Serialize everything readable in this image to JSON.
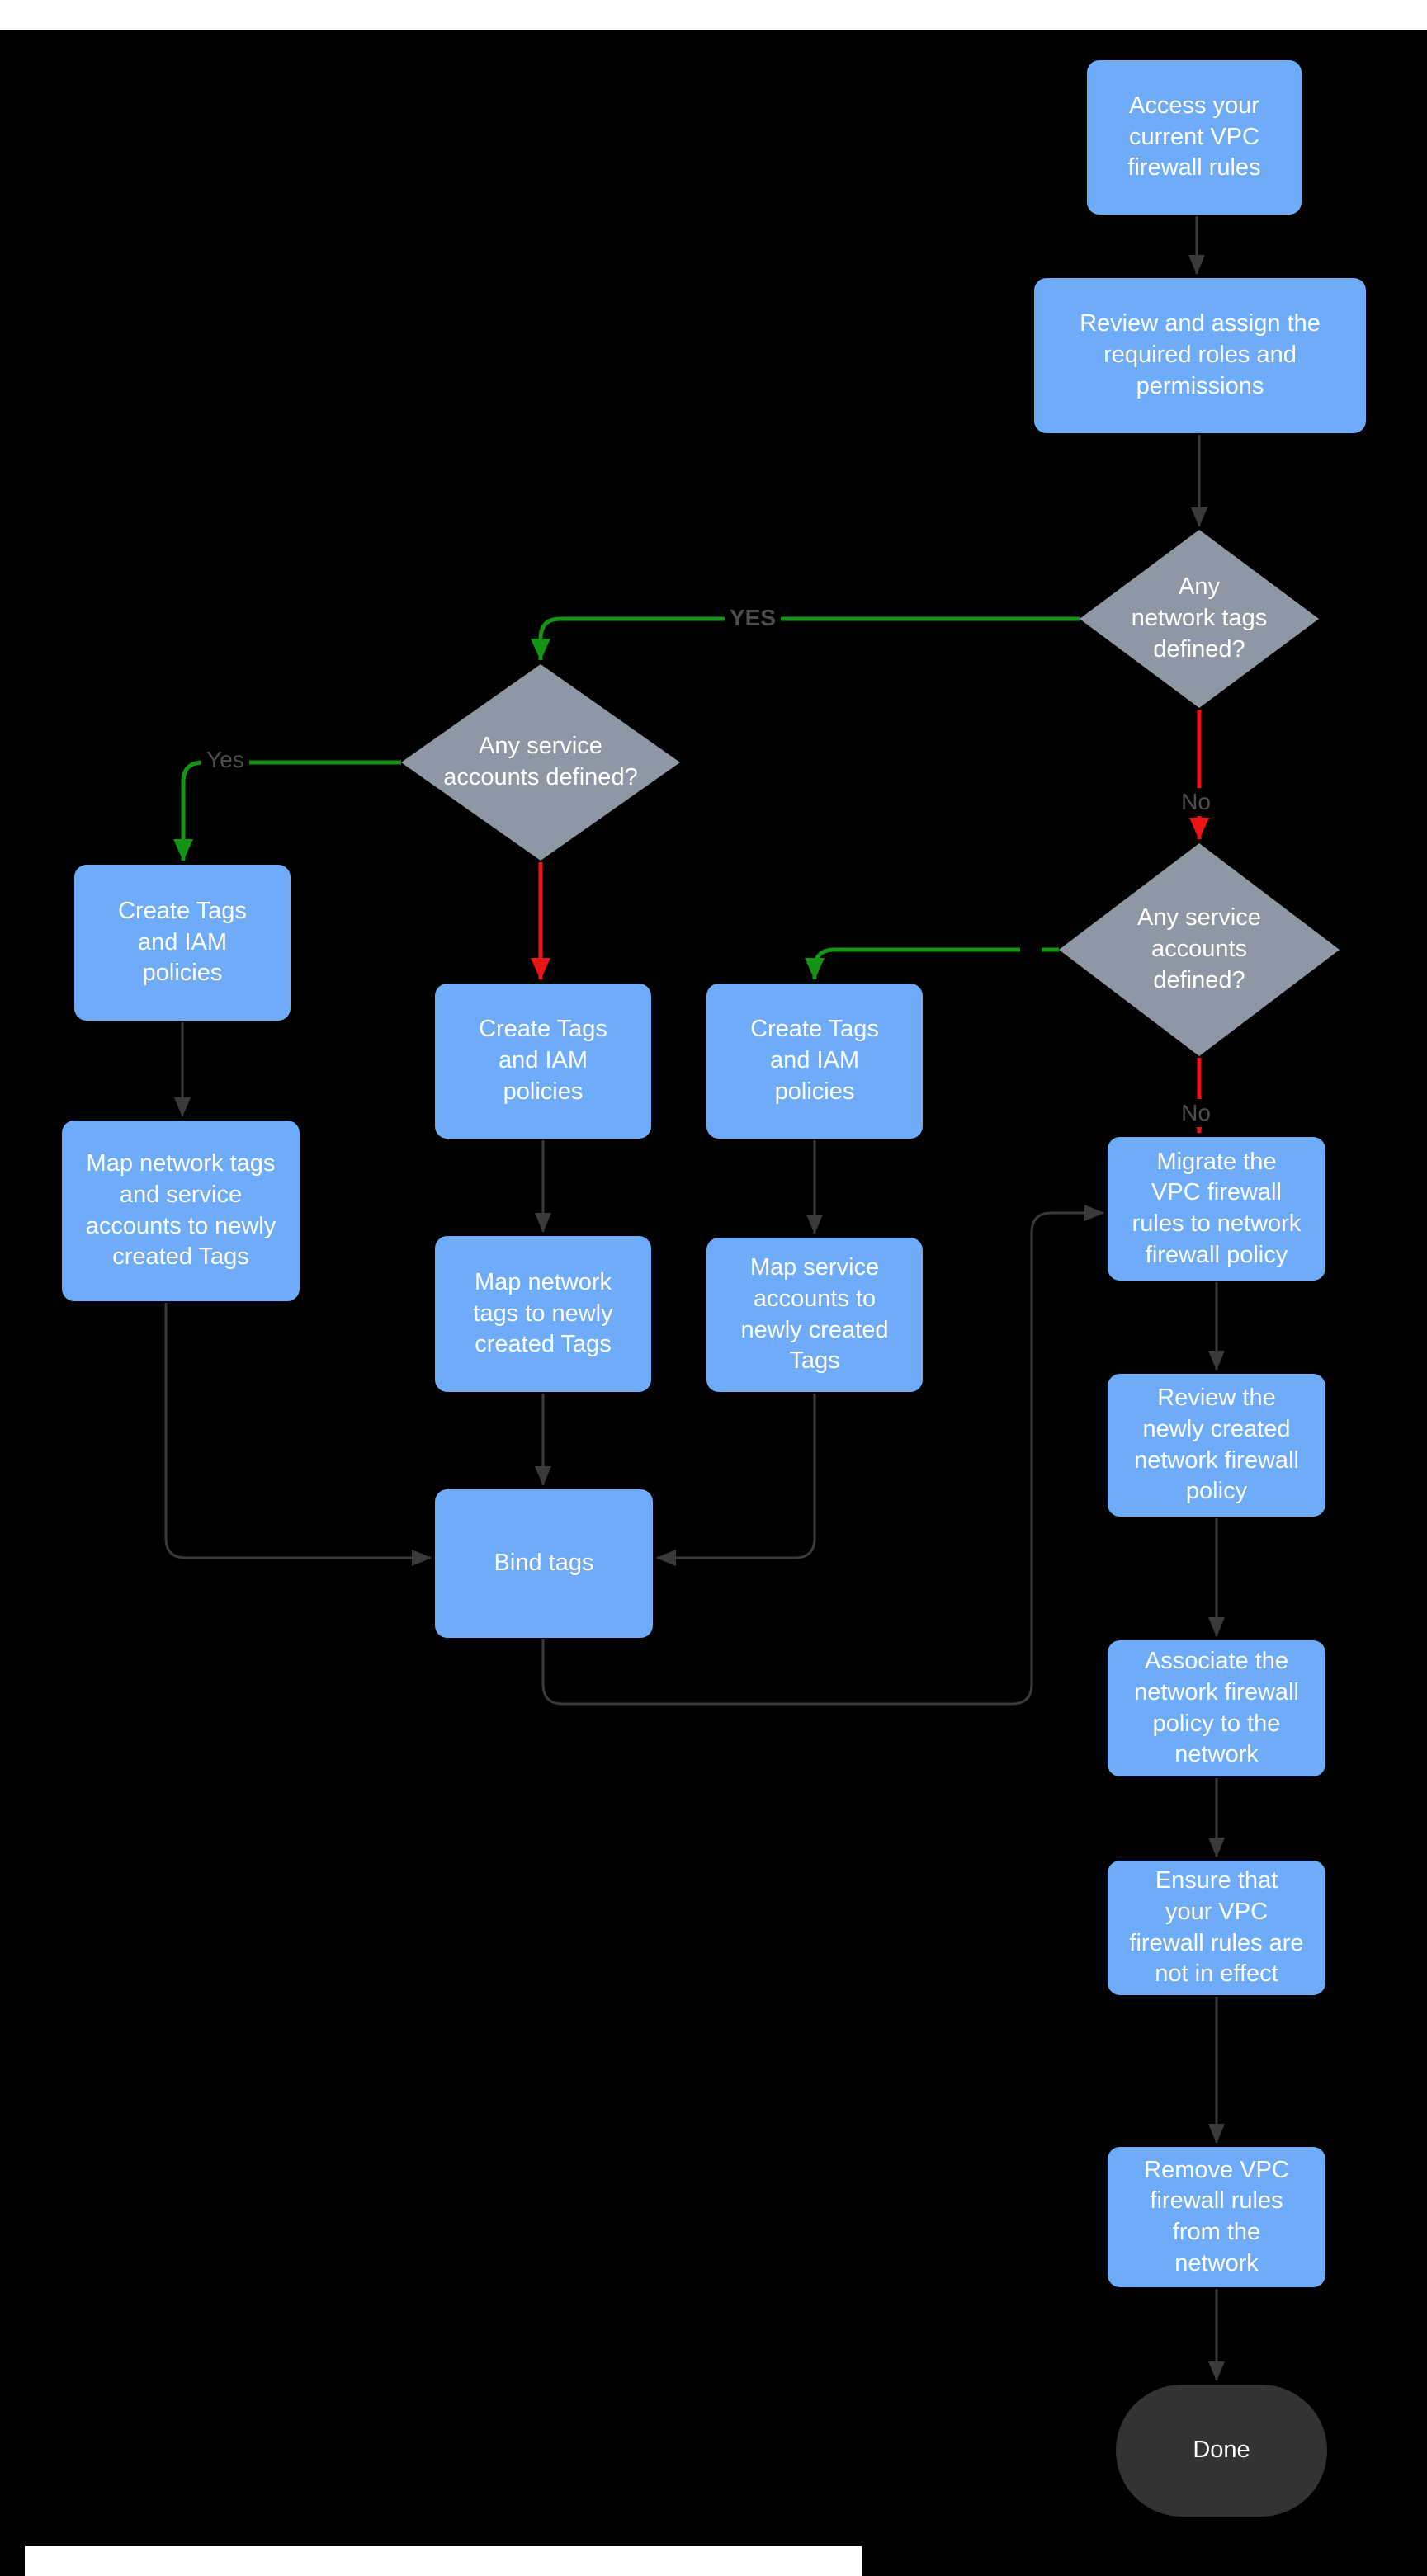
{
  "page": {
    "background": "#000000",
    "top_bar_color": "#FFFFFF",
    "bottom_bar_color": "#FFFFFF"
  },
  "colors": {
    "process_fill": "#6EACF9",
    "decision_fill": "#8D98A4",
    "terminator_fill": "#333333",
    "node_text": "#FFFFFF",
    "connector": "#3A3A3A",
    "yes_branch": "#149414",
    "no_branch": "#EB1313",
    "edge_label_text": "#4D4D4D"
  },
  "nodes": {
    "access": {
      "label": "Access your\ncurrent VPC\nfirewall rules"
    },
    "review": {
      "label": "Review and assign the\nrequired roles and\npermissions"
    },
    "network_tags_decision": {
      "label": "Any\nnetwork tags\ndefined?"
    },
    "service_accounts_decision_left": {
      "label": "Any service\naccounts defined?"
    },
    "service_accounts_decision_right": {
      "label": "Any service\naccounts\ndefined?"
    },
    "create_tags_left": {
      "label": "Create Tags\nand IAM\npolicies"
    },
    "create_tags_mid": {
      "label": "Create Tags\nand IAM\npolicies"
    },
    "create_tags_right": {
      "label": "Create Tags\nand IAM\npolicies"
    },
    "map_left": {
      "label": "Map network tags\nand service\naccounts to newly\ncreated Tags"
    },
    "map_mid": {
      "label": "Map network\ntags to newly\ncreated Tags"
    },
    "map_right": {
      "label": "Map service\naccounts  to\nnewly created\nTags"
    },
    "bind": {
      "label": "Bind tags"
    },
    "migrate": {
      "label": "Migrate the\nVPC firewall\nrules to network\nfirewall policy"
    },
    "review_policy": {
      "label": "Review the\nnewly created\nnetwork firewall\npolicy"
    },
    "associate": {
      "label": "Associate the\nnetwork firewall\npolicy to the\nnetwork"
    },
    "ensure": {
      "label": "Ensure that\nyour VPC\nfirewall rules are\nnot in effect"
    },
    "remove": {
      "label": "Remove  VPC\nfirewall rules\nfrom the\nnetwork"
    },
    "done": {
      "label": "Done"
    }
  },
  "edge_labels": {
    "yes_upper": "YES",
    "yes_left": "Yes",
    "no_upper": "No",
    "no_lower": "No"
  }
}
